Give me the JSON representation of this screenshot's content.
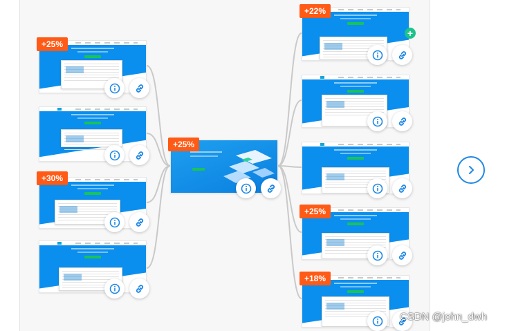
{
  "colors": {
    "accent": "#1e88e5",
    "badge": "#ff5a16",
    "hero_blue": "#0a8fee",
    "plus_green": "#1ec28b"
  },
  "main_card": {
    "name": "center-variant",
    "badge": "+25%"
  },
  "left_cards": [
    {
      "name": "left-variant-1",
      "badge": "+25%"
    },
    {
      "name": "left-variant-2",
      "badge": ""
    },
    {
      "name": "left-variant-3",
      "badge": "+30%"
    },
    {
      "name": "left-variant-4",
      "badge": ""
    }
  ],
  "right_cards": [
    {
      "name": "right-variant-1",
      "badge": "+22%"
    },
    {
      "name": "right-variant-2",
      "badge": ""
    },
    {
      "name": "right-variant-3",
      "badge": ""
    },
    {
      "name": "right-variant-4",
      "badge": "+25%"
    },
    {
      "name": "right-variant-5",
      "badge": "+18%"
    }
  ],
  "icons": {
    "info": "info-icon",
    "link": "link-icon",
    "next": "chevron-right-icon",
    "add": "plus-icon"
  },
  "plus_symbol": "+",
  "watermark": "CSDN @john_dwh"
}
